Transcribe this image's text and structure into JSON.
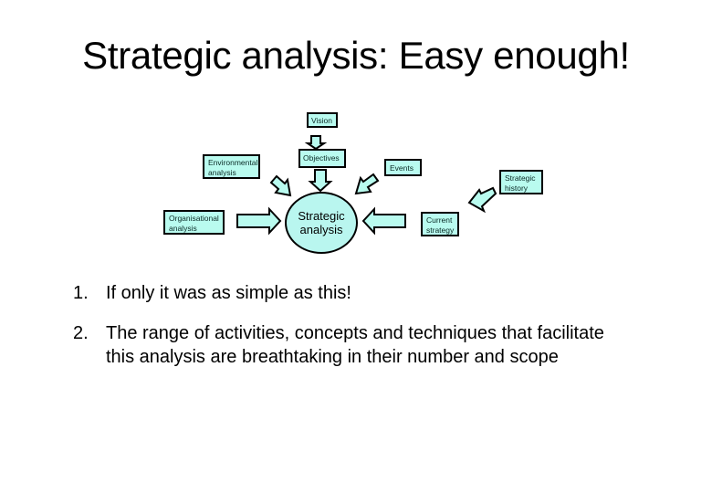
{
  "slide": {
    "title": "Strategic analysis: Easy enough!",
    "colors": {
      "box_fill": "#b9fbef",
      "border": "#000000",
      "background": "#ffffff"
    }
  },
  "diagram": {
    "center": {
      "line1": "Strategic",
      "line2": "analysis"
    },
    "boxes": {
      "vision": {
        "line1": "Vision"
      },
      "objectives": {
        "line1": "Objectives"
      },
      "environmental": {
        "line1": "Environmental",
        "line2": "analysis"
      },
      "organisational": {
        "line1": "Organisational",
        "line2": "analysis"
      },
      "events": {
        "line1": "Events"
      },
      "strategic_history": {
        "line1": "Strategic",
        "line2": "history"
      },
      "current_strategy": {
        "line1": "Current",
        "line2": "strategy"
      }
    }
  },
  "list": {
    "items": [
      {
        "number": "1.",
        "text": "If only it was as simple as this!"
      },
      {
        "number": "2.",
        "text": "The range of activities, concepts and techniques that facilitate this analysis are breathtaking in their number and scope"
      }
    ]
  }
}
